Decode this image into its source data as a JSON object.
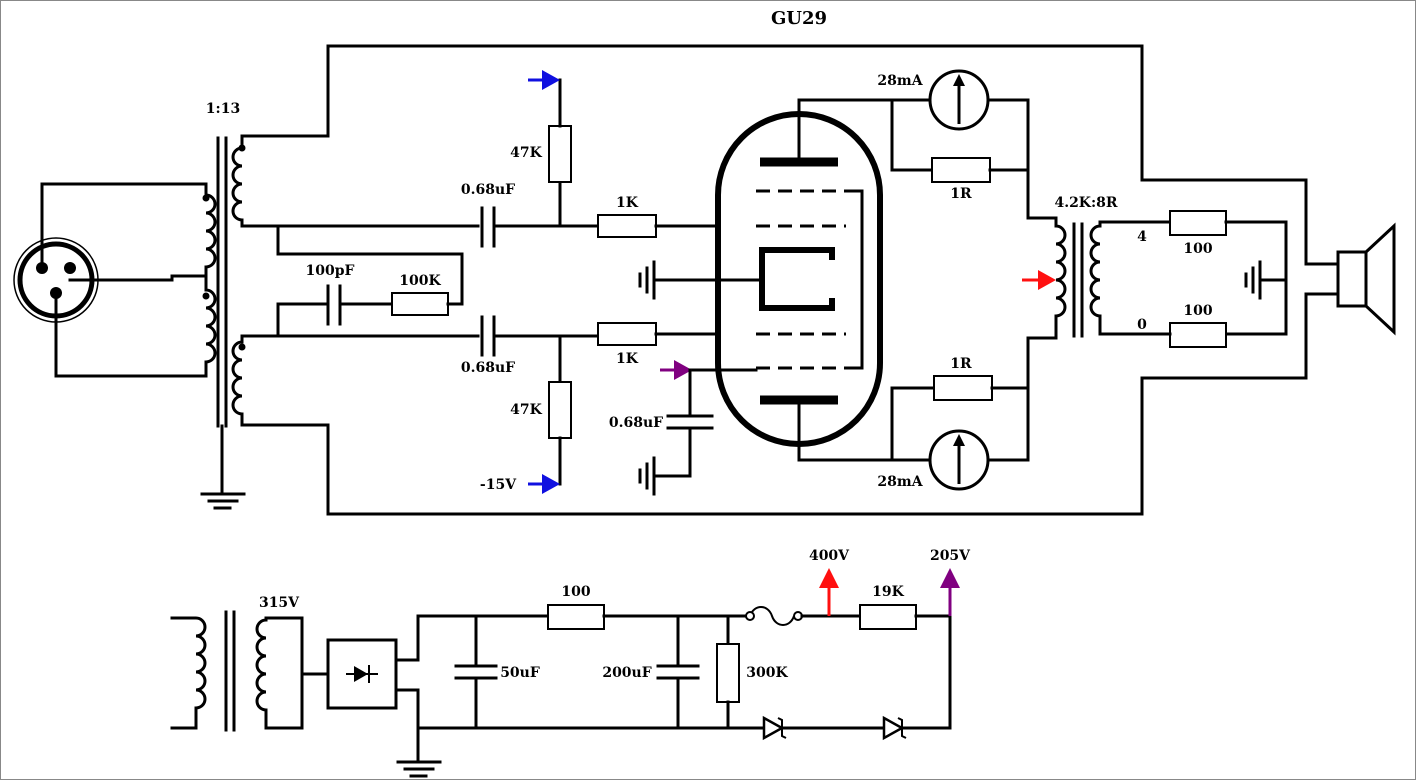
{
  "title": "GU29",
  "colors": {
    "wire": "#000000",
    "blue_arrow": "#1010e0",
    "red_arrow": "#ff1010",
    "purple_arrow": "#800080"
  },
  "labels": {
    "input_transformer_ratio": "1:13",
    "output_transformer_ratio": "4.2K:8R",
    "output_tap_4": "4",
    "output_tap_0": "0",
    "grid_resistor_top": "47K",
    "grid_resistor_bottom": "47K",
    "coupling_cap_top": "0.68uF",
    "coupling_cap_bottom": "0.68uF",
    "grid_stopper_top": "1K",
    "grid_stopper_bottom": "1K",
    "feedback_cap": "100pF",
    "feedback_resistor": "100K",
    "screen_bypass_cap": "0.68uF",
    "bias_voltage": "-15V",
    "meter_top_current": "28mA",
    "meter_bottom_current": "28mA",
    "sense_resistor_top": "1R",
    "sense_resistor_bottom": "1R",
    "load_resistor_top": "100",
    "load_resistor_bottom": "100",
    "psu_secondary_voltage": "315V",
    "psu_filter_cap_1": "50uF",
    "psu_filter_resistor": "100",
    "psu_filter_cap_2": "200uF",
    "psu_bleeder": "300K",
    "psu_b_plus": "400V",
    "psu_dropper": "19K",
    "psu_screen_supply": "205V"
  }
}
